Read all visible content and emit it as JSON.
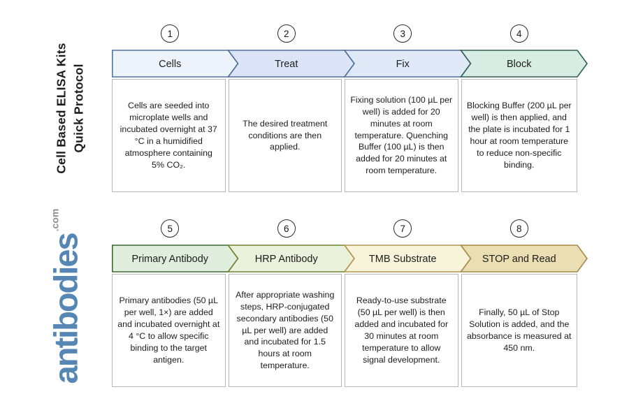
{
  "title": {
    "line1": "Cell Based ELISA Kits",
    "line2": "Quick Protocol",
    "color": "#1e1e1e"
  },
  "logo": {
    "text": "antibodies",
    "suffix": ".com",
    "text_color": "#5687b4",
    "suffix_color": "#8f8f8f"
  },
  "steps": [
    {
      "number": "1",
      "label": "Cells",
      "header_fill": "#edf3fa",
      "header_stroke": "#50739f",
      "body": "Cells are seeded into microplate wells and incubated overnight at 37 °C in a humidified atmosphere containing 5% CO₂."
    },
    {
      "number": "2",
      "label": "Treat",
      "header_fill": "#dbe5f7",
      "header_stroke": "#4c6f9b",
      "body": "The desired treatment conditions are then applied."
    },
    {
      "number": "3",
      "label": "Fix",
      "header_fill": "#e0e9f8",
      "header_stroke": "#4d6f9a",
      "body": "Fixing solution (100 µL per well) is added for 20 minutes at room temperature. Quenching Buffer (100 µL) is then added for 20 minutes at room temperature."
    },
    {
      "number": "4",
      "label": "Block",
      "header_fill": "#d7ede4",
      "header_stroke": "#2f5e54",
      "body": "Blocking Buffer (200 µL per well) is then applied, and the plate is incubated for 1 hour at room temperature to reduce non-specific binding."
    },
    {
      "number": "5",
      "label": "Primary Antibody",
      "header_fill": "#dfeedd",
      "header_stroke": "#3c6a31",
      "body": "Primary antibodies (50 µL per well, 1×) are added and incubated overnight at 4 °C to allow specific binding to the target antigen."
    },
    {
      "number": "6",
      "label": "HRP Antibody",
      "header_fill": "#ebf2dc",
      "header_stroke": "#72802f",
      "body": "After appropriate washing steps, HRP-conjugated secondary antibodies (50 µL per well) are added and incubated for 1.5 hours at room temperature."
    },
    {
      "number": "7",
      "label": "TMB Substrate",
      "header_fill": "#f8f4da",
      "header_stroke": "#b3954c",
      "body": "Ready-to-use substrate (50 µL per well) is then added and incubated for 30 minutes at room temperature to allow signal development."
    },
    {
      "number": "8",
      "label": "STOP and Read",
      "header_fill": "#ebdeb2",
      "header_stroke": "#a5894a",
      "body": "Finally, 50 µL of Stop Solution is added, and the absorbance is measured at 450 nm."
    }
  ]
}
